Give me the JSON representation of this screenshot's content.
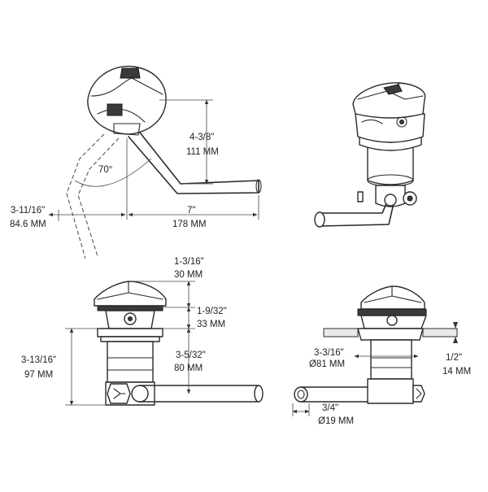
{
  "views": {
    "top_left": {
      "dim_height_in": "4-3/8\"",
      "dim_height_mm": "111 MM",
      "dim_angle": "70°",
      "dim_offset_in": "3-11/16\"",
      "dim_offset_mm": "84.6 MM",
      "dim_length_in": "7\"",
      "dim_length_mm": "178 MM"
    },
    "bottom_left": {
      "dim_cap_in": "1-3/16\"",
      "dim_cap_mm": "30 MM",
      "dim_mid_in": "1-9/32\"",
      "dim_mid_mm": "33 MM",
      "dim_total_in": "3-13/16\"",
      "dim_total_mm": "97 MM",
      "dim_body_in": "3-5/32\"",
      "dim_body_mm": "80 MM"
    },
    "bottom_right": {
      "dim_dia_in": "3-3/16\"",
      "dim_dia_mm": "Ø81 MM",
      "dim_thick_in": "1/2\"",
      "dim_thick_mm": "14 MM",
      "dim_handle_in": "3/4\"",
      "dim_handle_mm": "Ø19 MM"
    }
  }
}
